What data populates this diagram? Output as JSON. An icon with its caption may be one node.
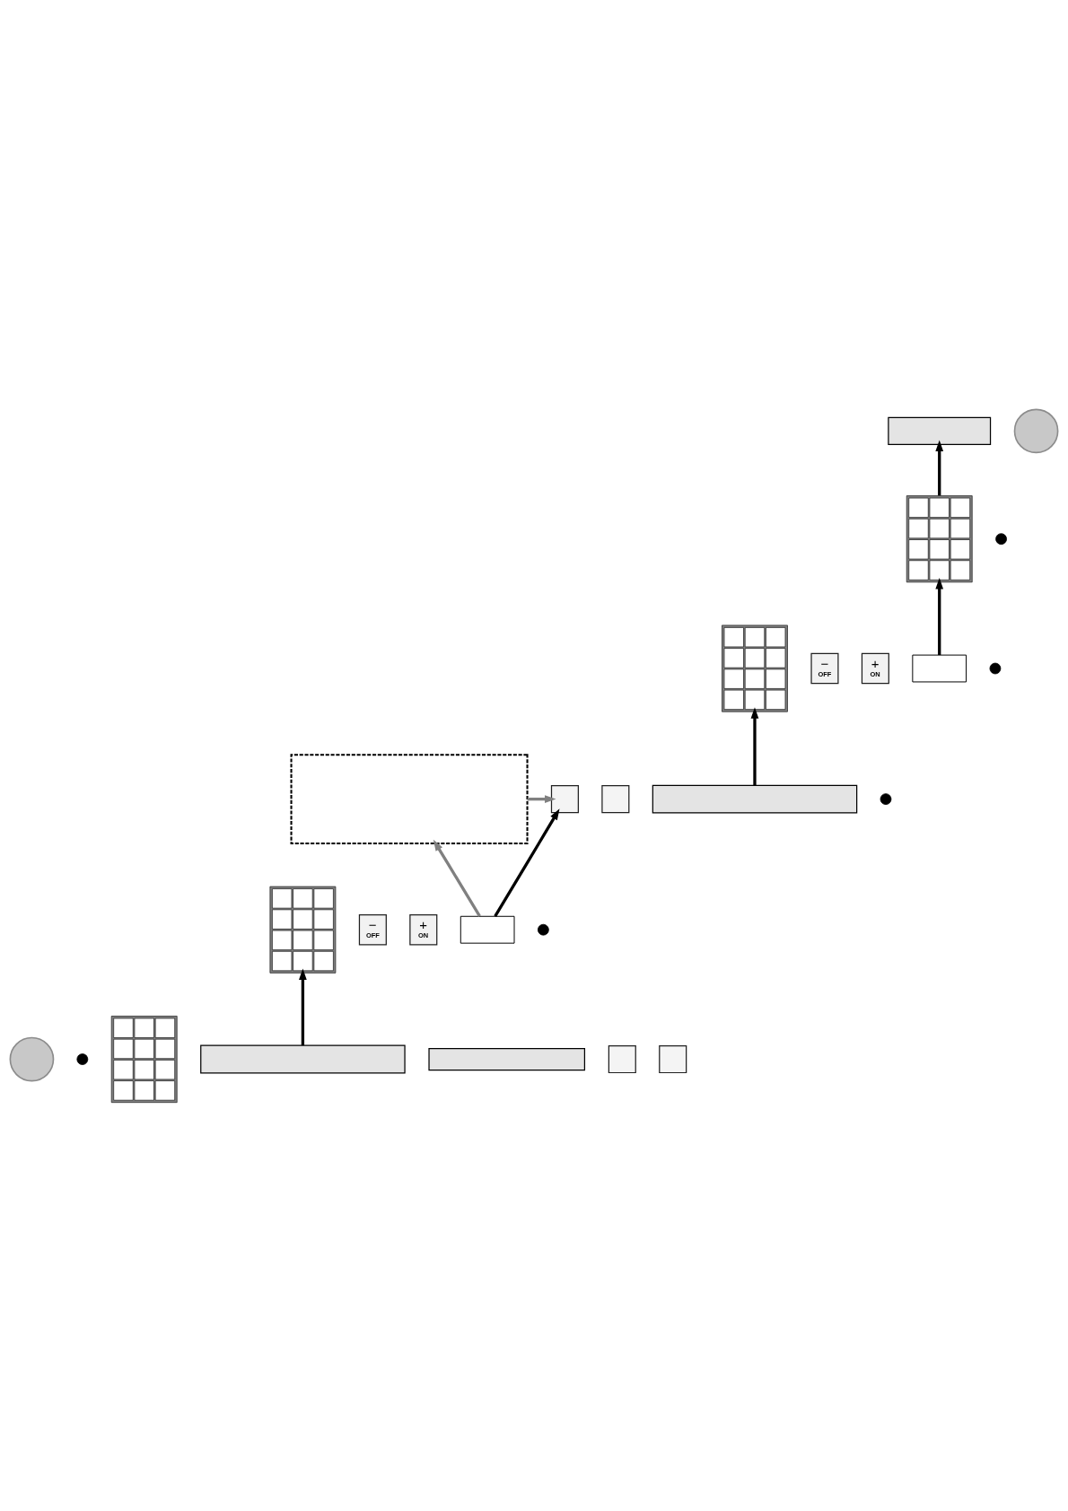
{
  "diagram": {
    "nodes": [
      {
        "text": [],
        "shape": "box"
      },
      {
        "text": [],
        "shape": "circle"
      },
      {
        "text": [],
        "shape": "picture"
      },
      {
        "text": [],
        "shape": "dot"
      },
      {
        "text": [],
        "shape": "picture"
      },
      {
        "text": [
          "−",
          "OFF"
        ]
      },
      {
        "text": [
          "+",
          "ON"
        ]
      },
      {
        "text": [],
        "shape": "tape"
      },
      {
        "text": [],
        "shape": "dot"
      },
      {
        "text": [],
        "shape": "box"
      },
      {
        "text": [],
        "shape": "button"
      },
      {
        "text": [],
        "shape": "button"
      },
      {
        "text": [],
        "shape": "box"
      },
      {
        "text": [],
        "shape": "dot"
      },
      {
        "text": [],
        "shape": "picture"
      },
      {
        "text": [
          "−",
          "OFF"
        ]
      },
      {
        "text": [
          "+",
          "ON"
        ]
      },
      {
        "text": [],
        "shape": "tape"
      },
      {
        "text": [],
        "shape": "dot"
      },
      {
        "text": [],
        "shape": "picture"
      },
      {
        "text": [],
        "shape": "box"
      },
      {
        "text": [],
        "shape": "box"
      },
      {
        "text": [],
        "shape": "button"
      },
      {
        "text": [],
        "shape": "button"
      },
      {
        "text": [],
        "shape": "dot"
      },
      {
        "text": [],
        "shape": "circle"
      }
    ],
    "edges": [
      {
        "from": 20,
        "to": 14,
        "arrow": "to"
      },
      {
        "from": 17,
        "to": 10,
        "arrow": "to"
      },
      {
        "from": 17,
        "to": 9,
        "arrow": "to",
        "color": "#808080"
      },
      {
        "from": 9,
        "to": 10,
        "arrow": "to",
        "color": "#808080"
      },
      {
        "from": 12,
        "to": 4,
        "arrow": "to"
      },
      {
        "from": 7,
        "to": 2,
        "arrow": "to"
      },
      {
        "from": 2,
        "to": 0,
        "arrow": "to"
      }
    ]
  }
}
